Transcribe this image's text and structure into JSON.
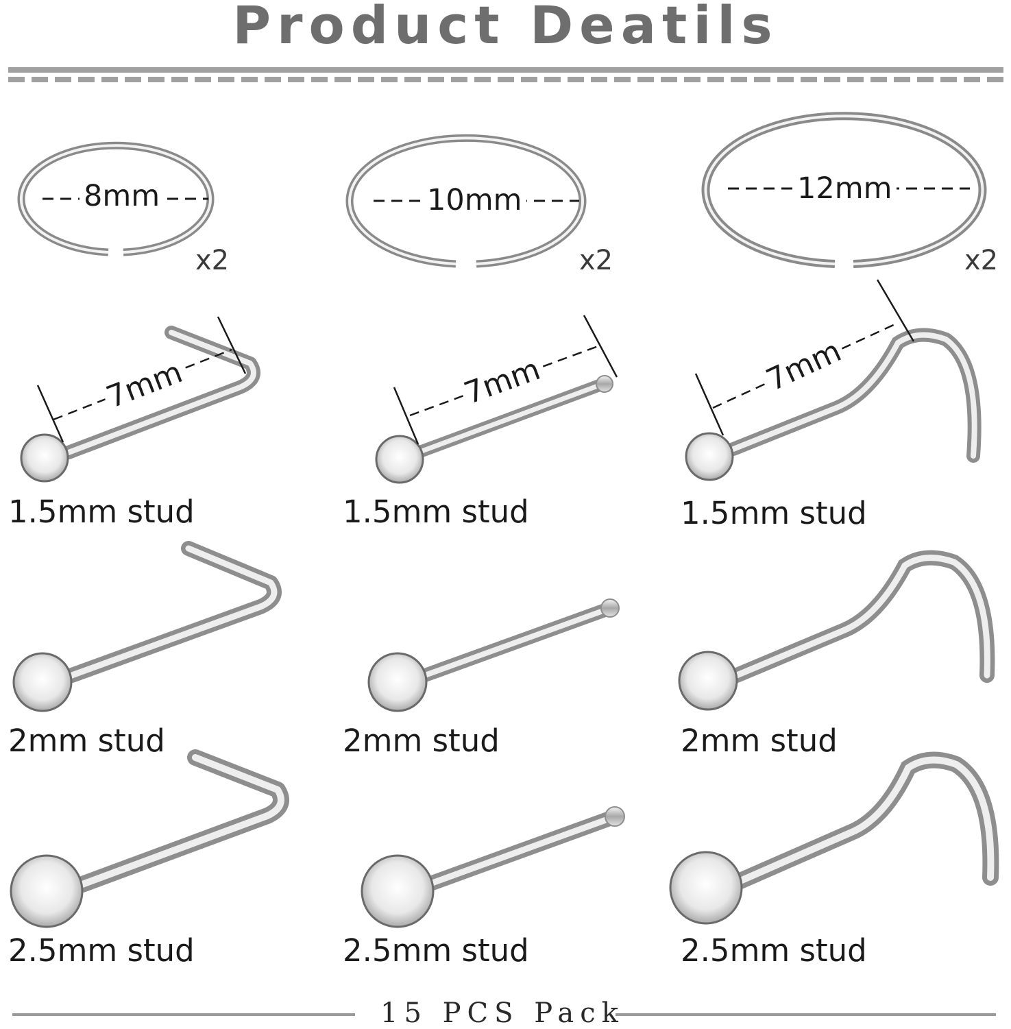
{
  "title": "Product Deatils",
  "rings": [
    {
      "size": "8mm",
      "qty": "x2"
    },
    {
      "size": "10mm",
      "qty": "x2"
    },
    {
      "size": "12mm",
      "qty": "x2"
    }
  ],
  "lengths": [
    "7mm",
    "7mm",
    "7mm"
  ],
  "studs": {
    "row1": [
      "1.5mm stud",
      "1.5mm stud",
      "1.5mm stud"
    ],
    "row2": [
      "2mm stud",
      "2mm stud",
      "2mm stud"
    ],
    "row3": [
      "2.5mm stud",
      "2.5mm stud",
      "2.5mm stud"
    ]
  },
  "footer": "15 PCS Pack",
  "colors": {
    "title": "#6e6e6e",
    "rule": "#a0a0a0",
    "metal": "#b8b8b8"
  }
}
